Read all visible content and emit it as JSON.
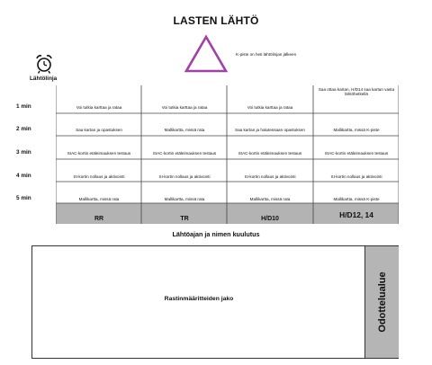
{
  "title": "LASTEN LÄHTÖ",
  "k_point_note": "K-piste on heti lähtölinjan jälkeen",
  "start_line_label": "Lähtölinja",
  "rows": [
    {
      "time": "1 min",
      "cells": [
        "Voi tutkia karttaa ja rataa",
        "Voi tutkia karttaa ja rataa",
        "Voi tutkia karttaa ja rataa",
        "Saa ottaa kartan, H/D14 saa kartan vasta lähtöhetkellä"
      ]
    },
    {
      "time": "2 min",
      "cells": [
        "Saa kartan ja opastuksen",
        "Mallikartta, missä rata",
        "Saa kartan ja halutessaan opastuksen",
        "Mallikartta, missä K-piste"
      ]
    },
    {
      "time": "3 min",
      "cells": [
        "SIAC-kortin etäleimauksen testaus",
        "SIAC-kortin etäleimauksen testaus",
        "SIAC-kortin etäleimauksen testaus",
        "SIAC-kortin etäleimauksen testaus"
      ]
    },
    {
      "time": "4 min",
      "cells": [
        "SI-kortin nollaus ja aktivointi",
        "SI-kortin nollaus ja aktivointi",
        "SI-kortin nollaus ja aktivointi",
        "SI-kortin nollaus ja aktivointi"
      ]
    },
    {
      "time": "5 min",
      "cells": [
        "Mallikartta, missä rata",
        "Mallikartta, missä rata",
        "Mallikartta, missä rata",
        "Mallikartta, missä K-piste"
      ]
    }
  ],
  "classes": [
    "RR",
    "TR",
    "H/D10",
    "H/D12, 14"
  ],
  "subtitle": "Lähtöajan ja nimen kuulutus",
  "grid_area_label": "Rastinmääritteiden jako",
  "waiting_area_label": "Odottelualue",
  "colors": {
    "triangle": "#a040a8",
    "footer_bar": "#b3b3b3",
    "waiting_area": "#b5b5b5"
  }
}
